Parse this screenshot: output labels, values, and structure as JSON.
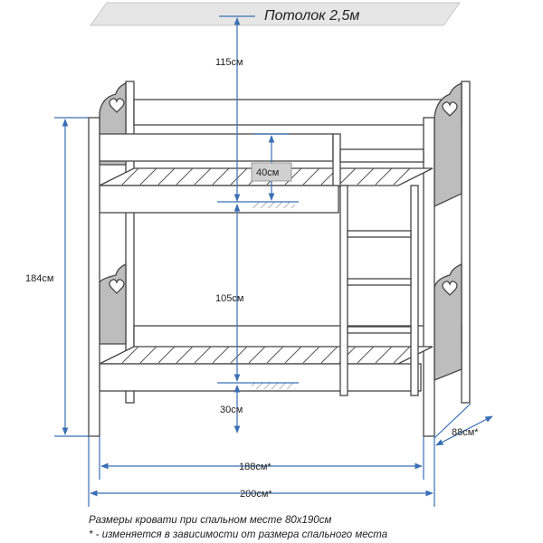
{
  "ceiling": {
    "label": "Потолок 2,5м"
  },
  "dimensions": {
    "clearance_top": "115см",
    "rail_height": "40см",
    "between_beds": "105см",
    "floor_clearance": "30см",
    "total_height": "184см",
    "inner_length": "188см*",
    "outer_length": "200см*",
    "depth": "88см*"
  },
  "notes": {
    "line1": "Размеры кровати при спальном месте 80х190см",
    "line2": "* - изменяется в зависимости от размера спального места"
  },
  "colors": {
    "dimension": "#3a6fb5",
    "frame": "#444444",
    "panel": "#bdbdbd",
    "ceiling_fill": "#e6e6e6"
  }
}
